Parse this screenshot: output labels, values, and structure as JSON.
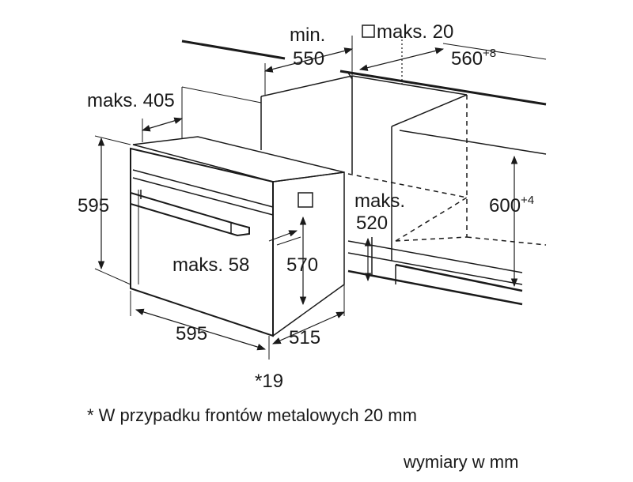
{
  "labels": {
    "min_label": "min.",
    "min_value": "550",
    "maks_20": "maks. 20",
    "cabinet_width": "560",
    "cabinet_width_tol": "+8",
    "maks_405": "maks. 405",
    "height_595": "595",
    "maks_520_label": "maks.",
    "maks_520_value": "520",
    "niche_height": "600",
    "niche_height_tol": "+4",
    "maks_58": "maks. 58",
    "depth_570": "570",
    "width_595": "595",
    "depth_515": "515",
    "footnote_marker": "*19"
  },
  "notes": {
    "footnote": "* W przypadku frontów metalowych 20 mm",
    "units": "wymiary w mm"
  },
  "colors": {
    "line": "#1a1a1a",
    "background": "#ffffff"
  }
}
